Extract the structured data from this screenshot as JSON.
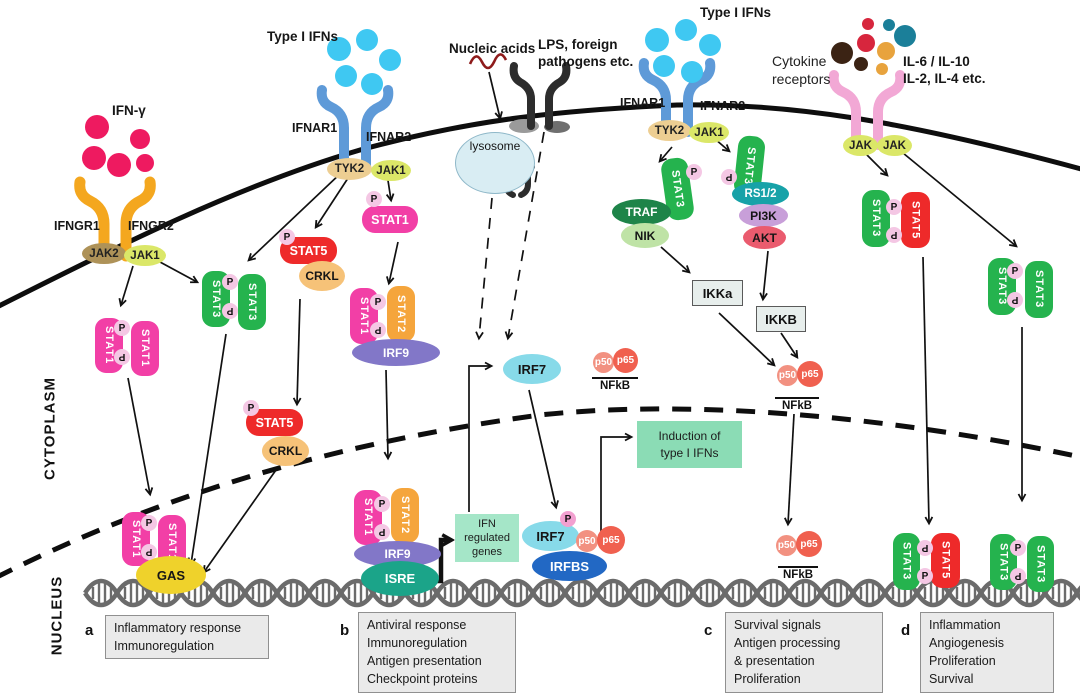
{
  "labels": {
    "ifn_gamma": "IFN-γ",
    "type1_ifns": "Type I IFNs",
    "nucleic_acids": "Nucleic acids",
    "lps1": "LPS, foreign",
    "lps2": "pathogens etc.",
    "cytokine1": "Cytokine",
    "cytokine2": "receptors",
    "il1": "IL-6 / IL-10",
    "il2": "IL-2, IL-4 etc.",
    "cytoplasm": "CYTOPLASM",
    "nucleus": "NUCLEUS",
    "ifngr1": "IFNGR1",
    "ifngr2": "IFNGR2",
    "ifnar1": "IFNAR1",
    "ifnar2": "IFNAR2",
    "jak2": "JAK2",
    "jak1": "JAK1",
    "tyk2": "TYK2",
    "jak": "JAK",
    "stat1": "STAT1",
    "stat2": "STAT2",
    "stat3": "STAT3",
    "stat5": "STAT5",
    "crkl": "CRKL",
    "irf9": "IRF9",
    "irf7": "IRF7",
    "p": "P",
    "lysosome": "lysosome",
    "traf": "TRAF",
    "nik": "NIK",
    "rs12": "RS1/2",
    "pi3k": "PI3K",
    "akt": "AKT",
    "ikka": "IKKa",
    "ikkb": "IKKB",
    "p50": "p50",
    "p65": "p65",
    "nfkb": "NFkB",
    "gas": "GAS",
    "isre": "ISRE",
    "irfbs": "IRFBS"
  },
  "boxes": {
    "ifn_regulated": {
      "lines": [
        "IFN",
        "regulated",
        "genes"
      ]
    },
    "induction": {
      "lines": [
        "Induction of",
        "type I IFNs"
      ]
    },
    "a": {
      "letter": "a",
      "lines": [
        "Inflammatory response",
        "Immunoregulation"
      ]
    },
    "b": {
      "letter": "b",
      "lines": [
        "Antiviral response",
        "Immunoregulation",
        "Antigen presentation",
        "Checkpoint proteins"
      ]
    },
    "c": {
      "letter": "c",
      "lines": [
        "Survival signals",
        "Antigen processing",
        "& presentation",
        "Proliferation"
      ]
    },
    "d": {
      "letter": "d",
      "lines": [
        "Inflammation",
        "Angiogenesis",
        "Proliferation",
        "Survival"
      ]
    }
  },
  "colors": {
    "stat1_magenta": "#F23FA6",
    "stat2_orange": "#F5A53C",
    "stat3_green": "#25B34E",
    "stat5_red": "#EE2A2A",
    "crkl_orange": "#F6C278",
    "irf9_purple": "#8277C8",
    "irf7_cyan": "#87DAE9",
    "irfbs_blue": "#2268C4",
    "isre_teal": "#1BA489",
    "gas_yellow": "#EFD22B",
    "p_pink": "#F4C7E4",
    "p50_salmon": "#F29181",
    "p65_salmon": "#F0604F",
    "traf_green": "#1E8449",
    "nik_green": "#BFE3A6",
    "rs12_teal": "#17A2A8",
    "pi3k_plum": "#C89FD9",
    "akt_pink": "#EA5B6E",
    "jak_yellowgreen": "#DBE768",
    "jak2_olive": "#AE9258",
    "tyk2_tan": "#EDCE92",
    "ifng_ligand_pink": "#EE1A60",
    "type1_ligand_cyan": "#3FC8F2",
    "receptor_orange": "#F4A71F",
    "receptor_blue": "#5E9AD8",
    "receptor_pink": "#F2A8D5",
    "gene_box_green": "#A5E6C8",
    "induction_box_green": "#8BDCB5",
    "outcome_box_gray": "#EAEAEA",
    "dna_gray": "#6B6B6B",
    "nucleic_acid_red": "#8E1B1B"
  }
}
